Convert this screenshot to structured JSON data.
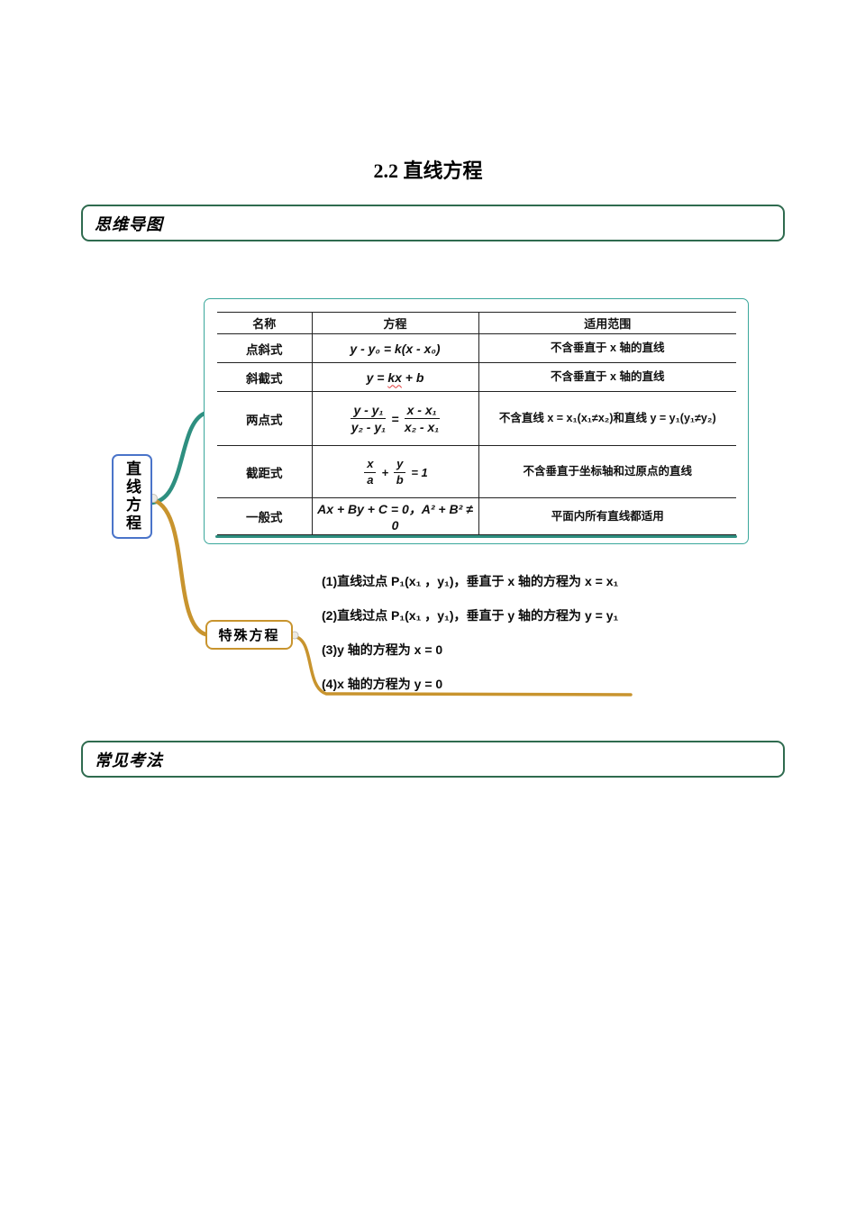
{
  "title": "2.2  直线方程",
  "sections": {
    "mindmap_label": "思维导图",
    "kaofa_label": "常见考法"
  },
  "mindmap": {
    "root_label": "直线方程",
    "special_label": "特殊方程",
    "table": {
      "headers": [
        "名称",
        "方程",
        "适用范围"
      ],
      "rows": [
        {
          "name": "点斜式",
          "eq": "y - y₀ = k(x - x₀)",
          "scope": "不含垂直于 x 轴的直线"
        },
        {
          "name": "斜截式",
          "eq_pre": "y = ",
          "eq_wavy": "kx",
          "eq_post": " + b",
          "scope": "不含垂直于 x 轴的直线"
        },
        {
          "name": "两点式",
          "f1n": "y - y₁",
          "f1d": "y₂ - y₁",
          "eq_sign": "=",
          "f2n": "x - x₁",
          "f2d": "x₂ - x₁",
          "scope": "不含直线 x = x₁(x₁≠x₂)和直线 y = y₁(y₁≠y₂)"
        },
        {
          "name": "截距式",
          "f1n": "x",
          "f1d": "a",
          "plus": "+",
          "f2n": "y",
          "f2d": "b",
          "eq_end": "= 1",
          "scope": "不含垂直于坐标轴和过原点的直线"
        },
        {
          "name": "一般式",
          "eq": "Ax + By + C = 0，A² + B² ≠ 0",
          "scope": "平面内所有直线都适用"
        }
      ]
    },
    "notes": [
      "(1)直线过点 P₁(x₁ ，y₁)，垂直于 x 轴的方程为 x = x₁",
      "(2)直线过点 P₁(x₁ ，y₁)，垂直于 y 轴的方程为 y = y₁",
      "(3)y 轴的方程为 x = 0",
      "(4)x 轴的方程为 y = 0"
    ]
  },
  "colors": {
    "section_border": "#2f6b4f",
    "table_border": "#3aa79b",
    "teal_branch": "#2e8f80",
    "gold_branch": "#c8942e",
    "root_border": "#4a74c9",
    "wavy_underline": "#e03a3a"
  }
}
